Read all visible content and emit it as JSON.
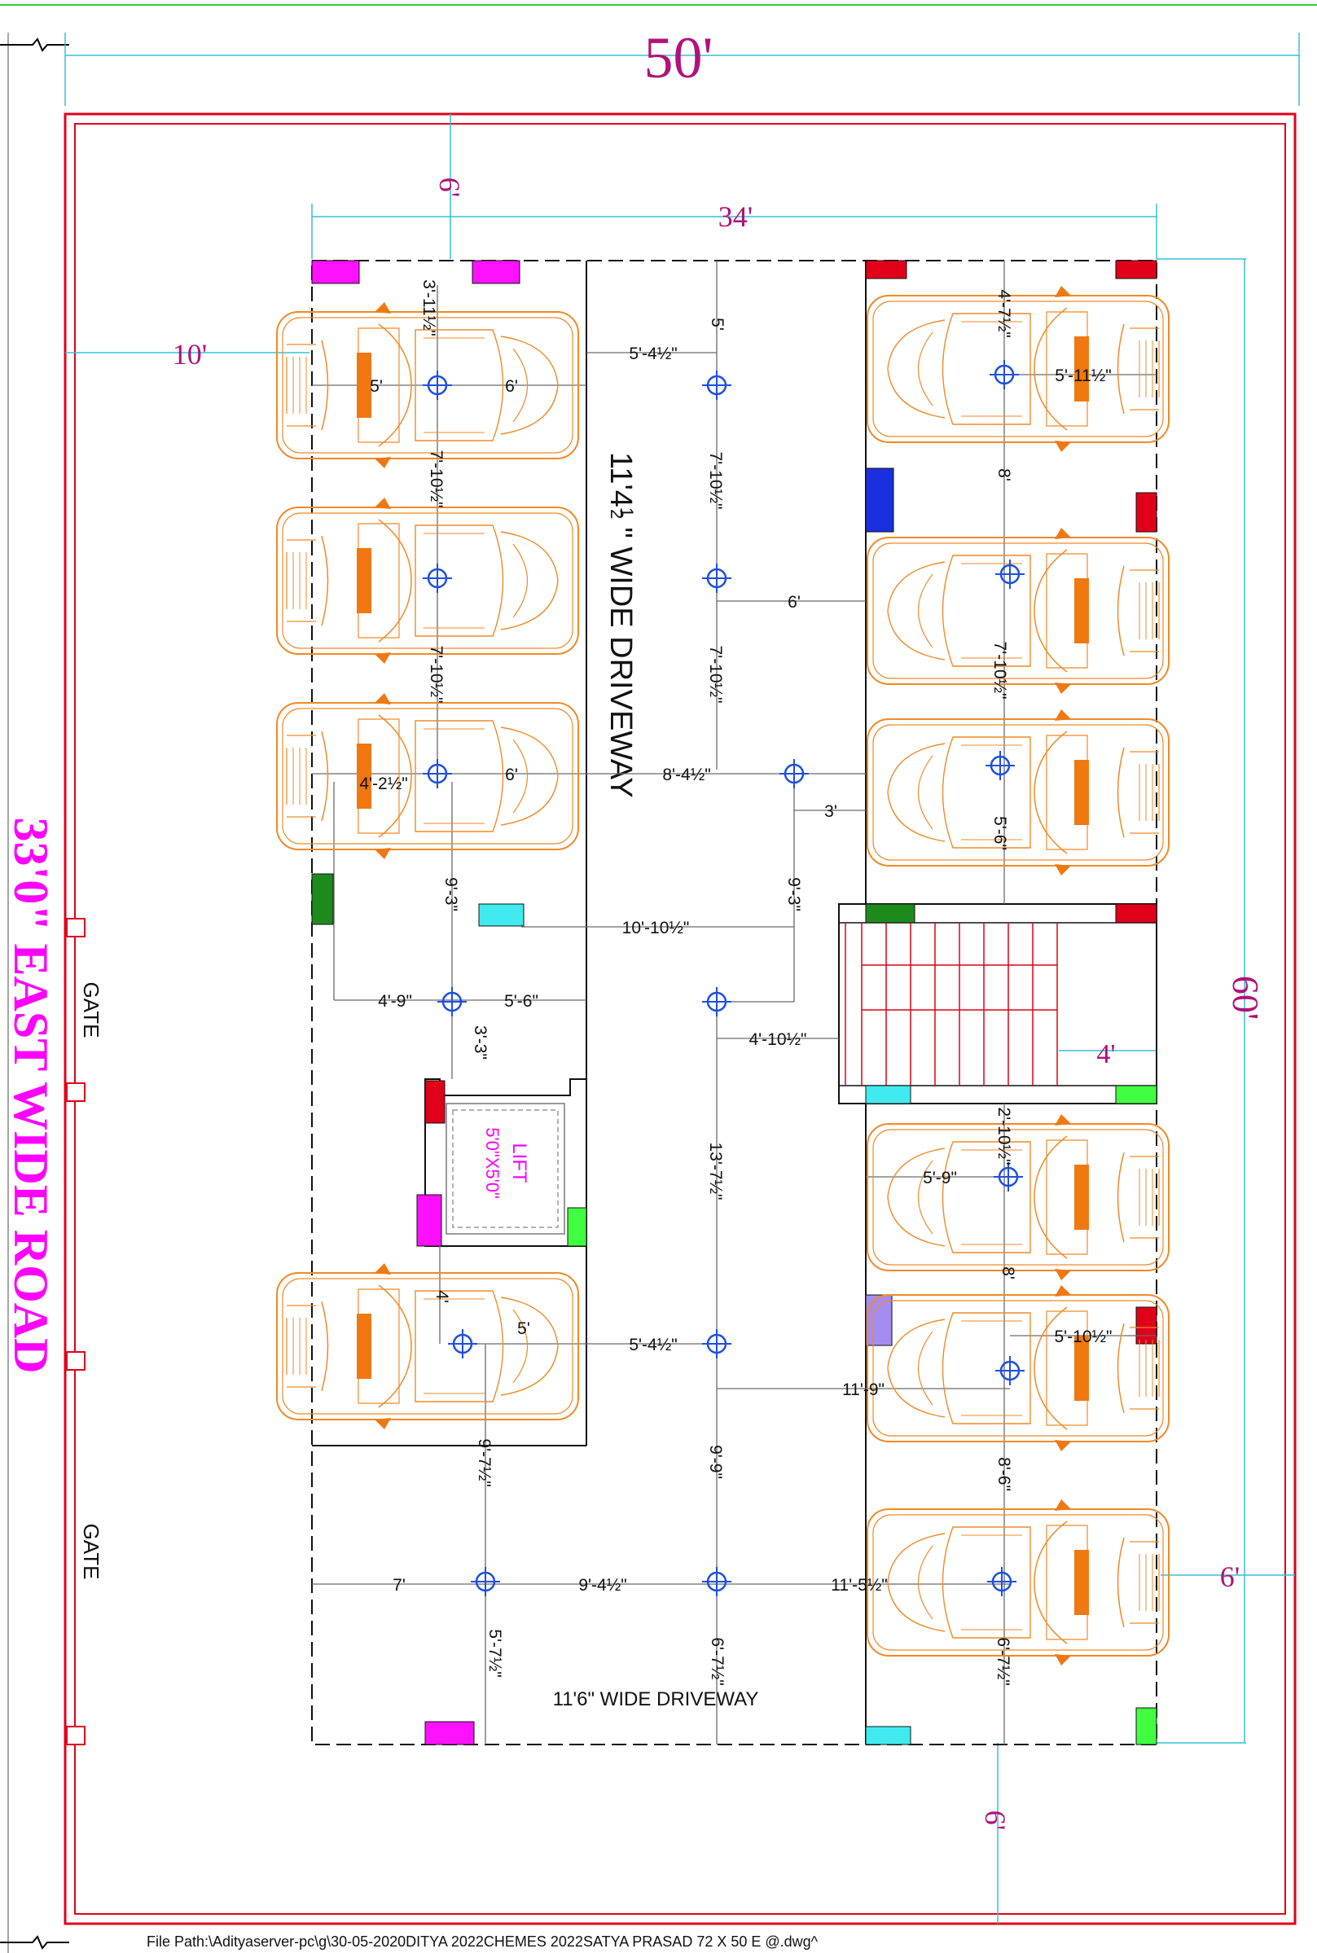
{
  "dimensions": {
    "plot_width": "50'",
    "plot_depth": "60'",
    "left_setback": "10'",
    "top_setback": "6'",
    "building_width": "34'",
    "right_setback": "6'",
    "bottom_setback": "6'",
    "stair_width": "4'"
  },
  "labels": {
    "road": "33'0\" EAST WIDE ROAD",
    "gate_1": "GATE",
    "gate_2": "GATE",
    "driveway_main": "11'4½\" WIDE DRIVEWAY",
    "driveway_main_num": "11'4",
    "driveway_main_word": "WIDE  DRIVEWAY",
    "driveway_bottom": "11'6\"  WIDE  DRIVEWAY",
    "lift": "LIFT",
    "lift_size": "5'0\"X5'0\""
  },
  "measurements": [
    "3'-11½\"",
    "5'",
    "6'",
    "5'-4½\"",
    "5'",
    "7'-10½\"",
    "7'-10½\"",
    "7'-10½\"",
    "7'-10½\"",
    "6'",
    "4'-2½\"",
    "6'",
    "8'-4½\"",
    "3'",
    "9'-3\"",
    "9'-3\"",
    "10'-10½\"",
    "4'-9\"",
    "5'-6\"",
    "3'-3\"",
    "4'-10½\"",
    "13'-7½\"",
    "4'",
    "5'",
    "5'-4½\"",
    "11'-9\"",
    "9'-7½\"",
    "9'-9\"",
    "7'",
    "9'-4½\"",
    "11'-5½\"",
    "5'-7½\"",
    "6'-7½\"",
    "6'-7½\"",
    "4'-7½\"",
    "5'-11½\"",
    "8'",
    "7'-10½\"",
    "5'-6\"",
    "2'-10½\"",
    "5'-9\"",
    "8'",
    "5'-10½\"",
    "8'-6\""
  ],
  "footer": {
    "file_path": "File Path:\\Adityaserver-pc\\g\\30-05-2020DITYA 2022CHEMES 2022SATYA PRASAD 72 X 50 E @.dwg^"
  },
  "colors": {
    "boundary": "#e0001a",
    "dimension_text": "#b0127a",
    "road_text": "#ff00ff",
    "car": "#f08a28",
    "car_accent": "#f07810",
    "column": "#1e4fe0",
    "guide": "#35c0d8"
  }
}
